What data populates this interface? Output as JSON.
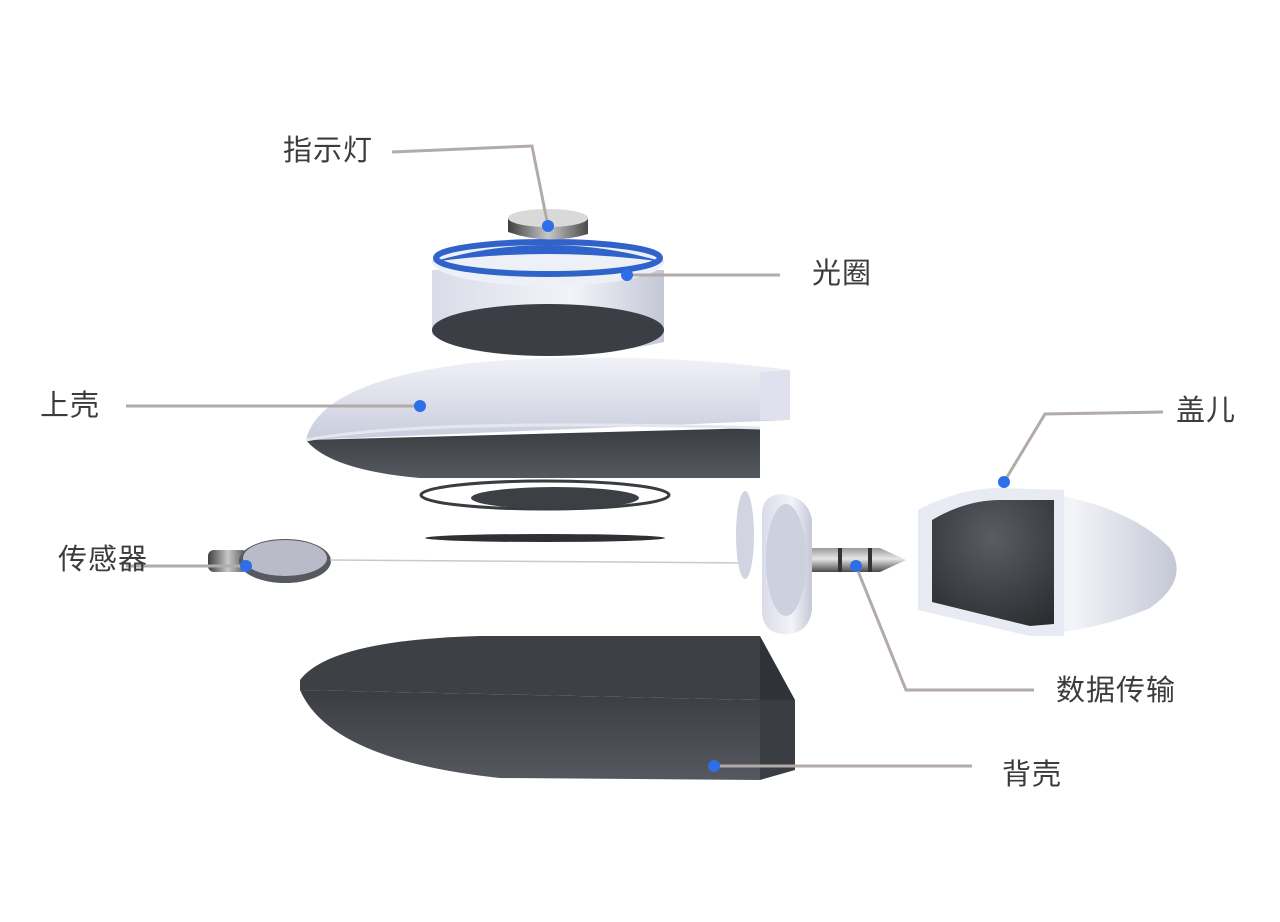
{
  "labels": {
    "indicator": "指示灯",
    "aperture": "光圈",
    "upper_shell": "上壳",
    "cap": "盖儿",
    "sensor": "传感器",
    "data_transfer": "数据传输",
    "back_shell": "背壳"
  },
  "colors": {
    "leader_line": "#b3aaaa",
    "dot": "#2f6ee8",
    "label_text": "#3c3c3c",
    "shell_white": "#dfe1ee",
    "shell_dark": "#46494f",
    "ring_blue": "#2f63c9"
  },
  "icons": {
    "callout_dot": "filled-circle"
  }
}
